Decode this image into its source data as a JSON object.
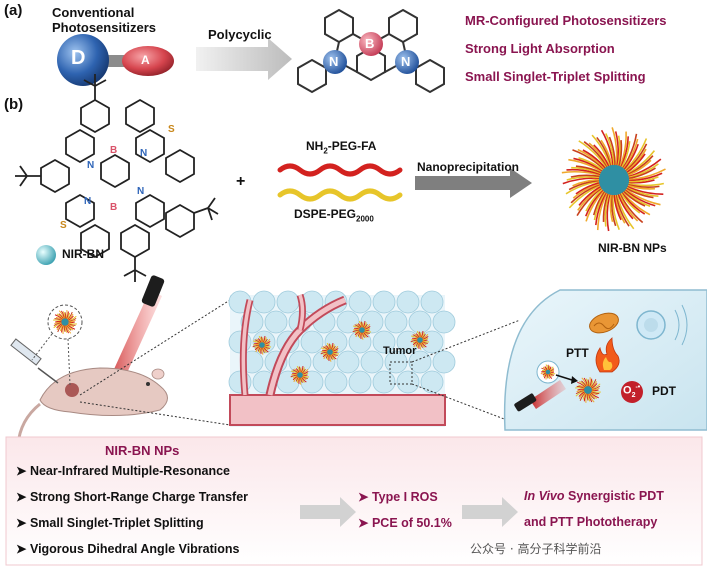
{
  "panel_a": {
    "label": "(a)",
    "conventional_line1": "Conventional",
    "conventional_line2": "Photosensitizers",
    "donor": "D",
    "acceptor": "A",
    "arrow_label": "Polycyclic",
    "core_b": "B",
    "core_n": "N",
    "features": [
      "MR-Configured Photosensitizers",
      "Strong Light Absorption",
      "Small Singlet-Triplet Splitting"
    ]
  },
  "panel_b": {
    "label": "(b)",
    "atom_b": "B",
    "atom_n": "N",
    "atom_s": "S",
    "plus": "+",
    "nirbn": "NIR-BN",
    "reagent1_main": "NH",
    "reagent1_sub": "2",
    "reagent1_tail": "-PEG-FA",
    "reagent2_main": "DSPE-PEG",
    "reagent2_sub": "2000",
    "process": "Nanoprecipitation",
    "nps": "NIR-BN NPs",
    "tumor": "Tumor",
    "ptt": "PTT",
    "o2": "O",
    "o2_sub": "2",
    "o2_sup": "-•",
    "pdt": "PDT"
  },
  "summary": {
    "title": "NIR-BN NPs",
    "bullets": [
      "Near-Infrared Multiple-Resonance",
      "Strong Short-Range Charge Transfer",
      "Small Singlet-Triplet Splitting",
      "Vigorous Dihedral Angle Vibrations"
    ],
    "results": [
      "Type I ROS",
      "PCE of 50.1%"
    ],
    "outcome_italic": "In Vivo",
    "outcome_rest": " Synergistic PDT",
    "outcome_line2": "and PTT Phototherapy",
    "watermark": "公众号 · 高分子科学前沿"
  },
  "colors": {
    "accent": "#8a1550",
    "red_ball": "#d9444f",
    "blue_ball": "#2a5fa8",
    "nitrogen": "#2e64b8",
    "boron": "#d9536a"
  }
}
